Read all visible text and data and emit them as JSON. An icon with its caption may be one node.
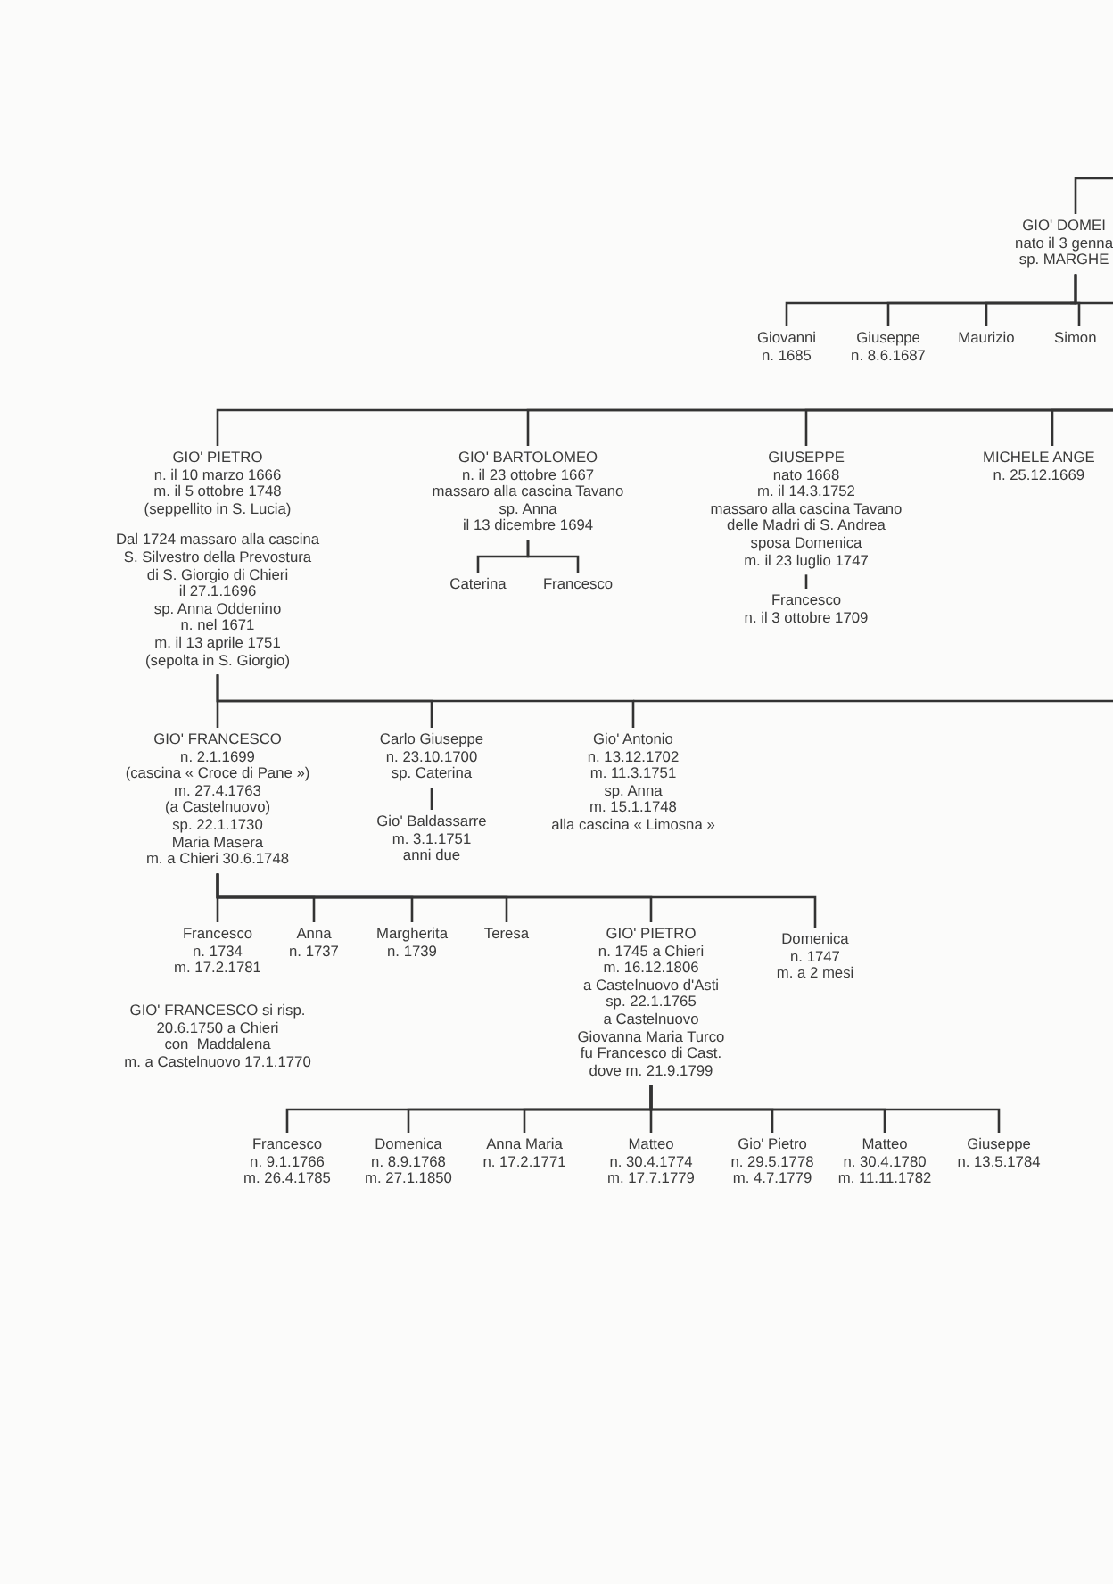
{
  "diagram": {
    "nodes": [
      {
        "text": [
          "GIO' DOMEI",
          "nato il 3 genna",
          "sp. MARGHE"
        ]
      },
      {
        "text": [
          "Giovanni",
          "n. 1685"
        ]
      },
      {
        "text": [
          "Giuseppe",
          "n. 8.6.1687"
        ]
      },
      {
        "text": [
          "Maurizio"
        ]
      },
      {
        "text": [
          "Simon"
        ]
      },
      {
        "text": [
          "GIO' PIETRO",
          "n. il 10 marzo 1666",
          "m. il 5 ottobre 1748",
          "(seppellito in S. Lucia)",
          "Dal 1724 massaro alla cascina",
          "S. Silvestro della Prevostura",
          "di S. Giorgio di Chieri",
          "il 27.1.1696",
          "sp. Anna Oddenino",
          "n. nel 1671",
          "m. il 13 aprile 1751",
          "(sepolta in S. Giorgio)"
        ]
      },
      {
        "text": [
          "GIO' BARTOLOMEO",
          "n. il 23 ottobre 1667",
          "massaro alla cascina Tavano",
          "sp. Anna",
          "il 13 dicembre 1694"
        ]
      },
      {
        "text": [
          "Caterina"
        ]
      },
      {
        "text": [
          "Francesco"
        ]
      },
      {
        "text": [
          "GIUSEPPE",
          "nato 1668",
          "m. il 14.3.1752",
          "massaro alla cascina Tavano",
          "delle Madri di S. Andrea",
          "sposa Domenica",
          "m. il 23 luglio 1747"
        ]
      },
      {
        "text": [
          "Francesco",
          "n. il 3 ottobre 1709"
        ]
      },
      {
        "text": [
          "MICHELE ANGE",
          "n. 25.12.1669"
        ]
      },
      {
        "text": [
          "GIO' FRANCESCO",
          "n. 2.1.1699",
          "(cascina « Croce di Pane »)",
          "m. 27.4.1763",
          "(a Castelnuovo)",
          "sp. 22.1.1730",
          "Maria Masera",
          "m. a Chieri 30.6.1748"
        ]
      },
      {
        "text": [
          "Carlo Giuseppe",
          "n. 23.10.1700",
          "sp. Caterina"
        ]
      },
      {
        "text": [
          "Gio' Baldassarre",
          "m. 3.1.1751",
          "anni due"
        ]
      },
      {
        "text": [
          "Gio' Antonio",
          "n. 13.12.1702",
          "m. 11.3.1751",
          "sp. Anna",
          "m. 15.1.1748",
          "alla cascina « Limosna »"
        ]
      },
      {
        "text": [
          "Francesco",
          "n. 1734",
          "m. 17.2.1781"
        ]
      },
      {
        "text": [
          "Anna",
          "n. 1737"
        ]
      },
      {
        "text": [
          "Margherita",
          "n. 1739"
        ]
      },
      {
        "text": [
          "Teresa"
        ]
      },
      {
        "text": [
          "GIO' PIETRO",
          "n. 1745 a Chieri",
          "m. 16.12.1806",
          "a Castelnuovo d'Asti",
          "sp. 22.1.1765",
          "a Castelnuovo",
          "Giovanna Maria Turco",
          "fu Francesco di Cast.",
          "dove m. 21.9.1799"
        ]
      },
      {
        "text": [
          "Domenica",
          "n. 1747",
          "m. a 2 mesi"
        ]
      },
      {
        "text": [
          "Francesco",
          "n. 9.1.1766",
          "m. 26.4.1785"
        ]
      },
      {
        "text": [
          "Domenica",
          "n. 8.9.1768",
          "m. 27.1.1850"
        ]
      },
      {
        "text": [
          "Anna Maria",
          "n. 17.2.1771"
        ]
      },
      {
        "text": [
          "Matteo",
          "n. 30.4.1774",
          "m. 17.7.1779"
        ]
      },
      {
        "text": [
          "Gio' Pietro",
          "n. 29.5.1778",
          "m. 4.7.1779"
        ]
      },
      {
        "text": [
          "Matteo",
          "n. 30.4.1780",
          "m. 11.11.1782"
        ]
      },
      {
        "text": [
          "Giuseppe",
          "n. 13.5.1784"
        ]
      }
    ],
    "edges": [
      {
        "from": null,
        "to": 0,
        "arrow": "none"
      },
      {
        "from": 0,
        "to": 1,
        "arrow": "none"
      },
      {
        "from": 0,
        "to": 2,
        "arrow": "none"
      },
      {
        "from": 0,
        "to": 3,
        "arrow": "none"
      },
      {
        "from": 0,
        "to": 4,
        "arrow": "none"
      },
      {
        "from": null,
        "to": 5,
        "arrow": "none"
      },
      {
        "from": null,
        "to": 6,
        "arrow": "none"
      },
      {
        "from": null,
        "to": 9,
        "arrow": "none"
      },
      {
        "from": null,
        "to": 11,
        "arrow": "none"
      },
      {
        "from": 6,
        "to": 7,
        "arrow": "none"
      },
      {
        "from": 6,
        "to": 8,
        "arrow": "none"
      },
      {
        "from": 9,
        "to": 10,
        "arrow": "none"
      },
      {
        "from": 5,
        "to": 12,
        "arrow": "none"
      },
      {
        "from": 5,
        "to": 13,
        "arrow": "none"
      },
      {
        "from": 5,
        "to": 15,
        "arrow": "none"
      },
      {
        "from": 13,
        "to": 14,
        "arrow": "none"
      },
      {
        "from": 12,
        "to": 16,
        "arrow": "none"
      },
      {
        "from": 12,
        "to": 17,
        "arrow": "none"
      },
      {
        "from": 12,
        "to": 18,
        "arrow": "none"
      },
      {
        "from": 12,
        "to": 19,
        "arrow": "none"
      },
      {
        "from": 12,
        "to": 20,
        "arrow": "none"
      },
      {
        "from": 12,
        "to": 21,
        "arrow": "none"
      },
      {
        "from": 20,
        "to": 22,
        "arrow": "none"
      },
      {
        "from": 20,
        "to": 23,
        "arrow": "none"
      },
      {
        "from": 20,
        "to": 24,
        "arrow": "none"
      },
      {
        "from": 20,
        "to": 25,
        "arrow": "none"
      },
      {
        "from": 20,
        "to": 26,
        "arrow": "none"
      },
      {
        "from": 20,
        "to": 27,
        "arrow": "none"
      },
      {
        "from": 20,
        "to": 28,
        "arrow": "none"
      }
    ],
    "labels": [
      "GIO' FRANCESCO si risp.",
      "20.6.1750 a Chieri",
      "con  Maddalena",
      "m. a Castelnuovo 17.1.1770"
    ]
  }
}
